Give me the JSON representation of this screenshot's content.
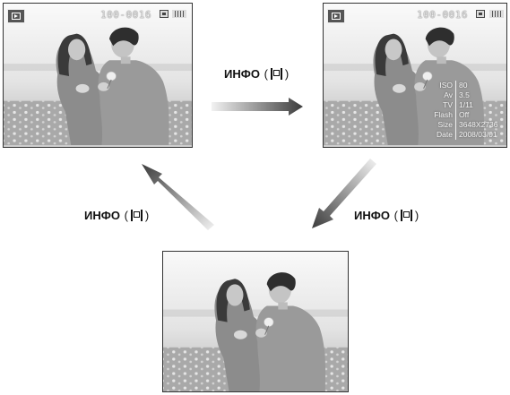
{
  "screens": {
    "left": {
      "file_number": "100-0016"
    },
    "right": {
      "file_number": "100-0016",
      "info": [
        {
          "key": "ISO",
          "value": "80"
        },
        {
          "key": "Av",
          "value": "3.5"
        },
        {
          "key": "TV",
          "value": "1/11"
        },
        {
          "key": "Flash",
          "value": "Off"
        },
        {
          "key": "Size",
          "value": "3648X2736"
        },
        {
          "key": "Date",
          "value": "2008/03/01"
        }
      ]
    },
    "bottom": {}
  },
  "labels": {
    "top": {
      "text": "ИНФО",
      "open": "(",
      "close": ")"
    },
    "left": {
      "text": "ИНФО",
      "open": "(",
      "close": ")"
    },
    "right": {
      "text": "ИНФО",
      "open": "(",
      "close": ")"
    }
  },
  "colors": {
    "arrow_dark": "#3c3c3c",
    "arrow_light": "#f2f2f2",
    "screen_border": "#333333"
  },
  "icons": [
    "play-icon",
    "memory-card-icon",
    "battery-icon",
    "display-button-icon",
    "right-arrow-icon",
    "down-left-arrow-icon",
    "up-left-arrow-icon"
  ]
}
